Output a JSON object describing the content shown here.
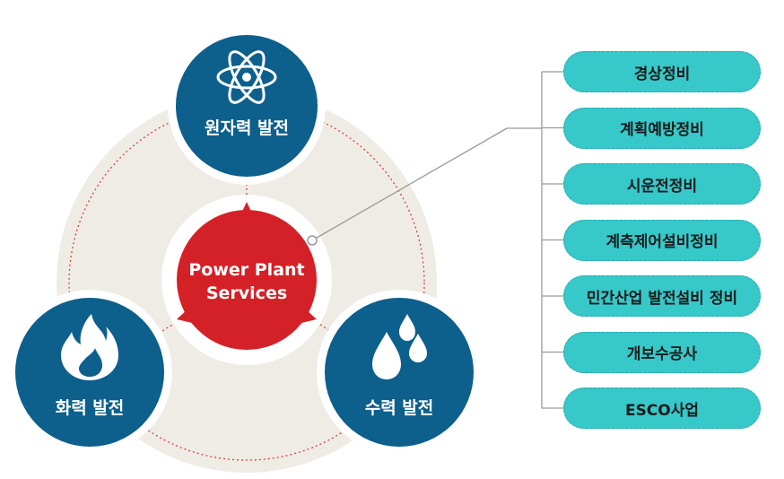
{
  "center": {
    "line1": "Power Plant",
    "line2": "Services"
  },
  "nodes": [
    {
      "id": "nuclear",
      "label": "원자력 발전",
      "icon": "atom-icon"
    },
    {
      "id": "thermal",
      "label": "화력 발전",
      "icon": "flame-icon"
    },
    {
      "id": "hydro",
      "label": "수력 발전",
      "icon": "water-drops-icon"
    }
  ],
  "services": [
    "경상정비",
    "계획예방정비",
    "시운전정비",
    "계측제어설비정비",
    "민간산업 발전설비 정비",
    "개보수공사",
    "ESCO사업"
  ],
  "colors": {
    "node_blue": "#0d5f8c",
    "center_red": "#d42127",
    "pill_teal": "#37c8c9",
    "backdrop": "#efece6",
    "connector": "#999999"
  }
}
